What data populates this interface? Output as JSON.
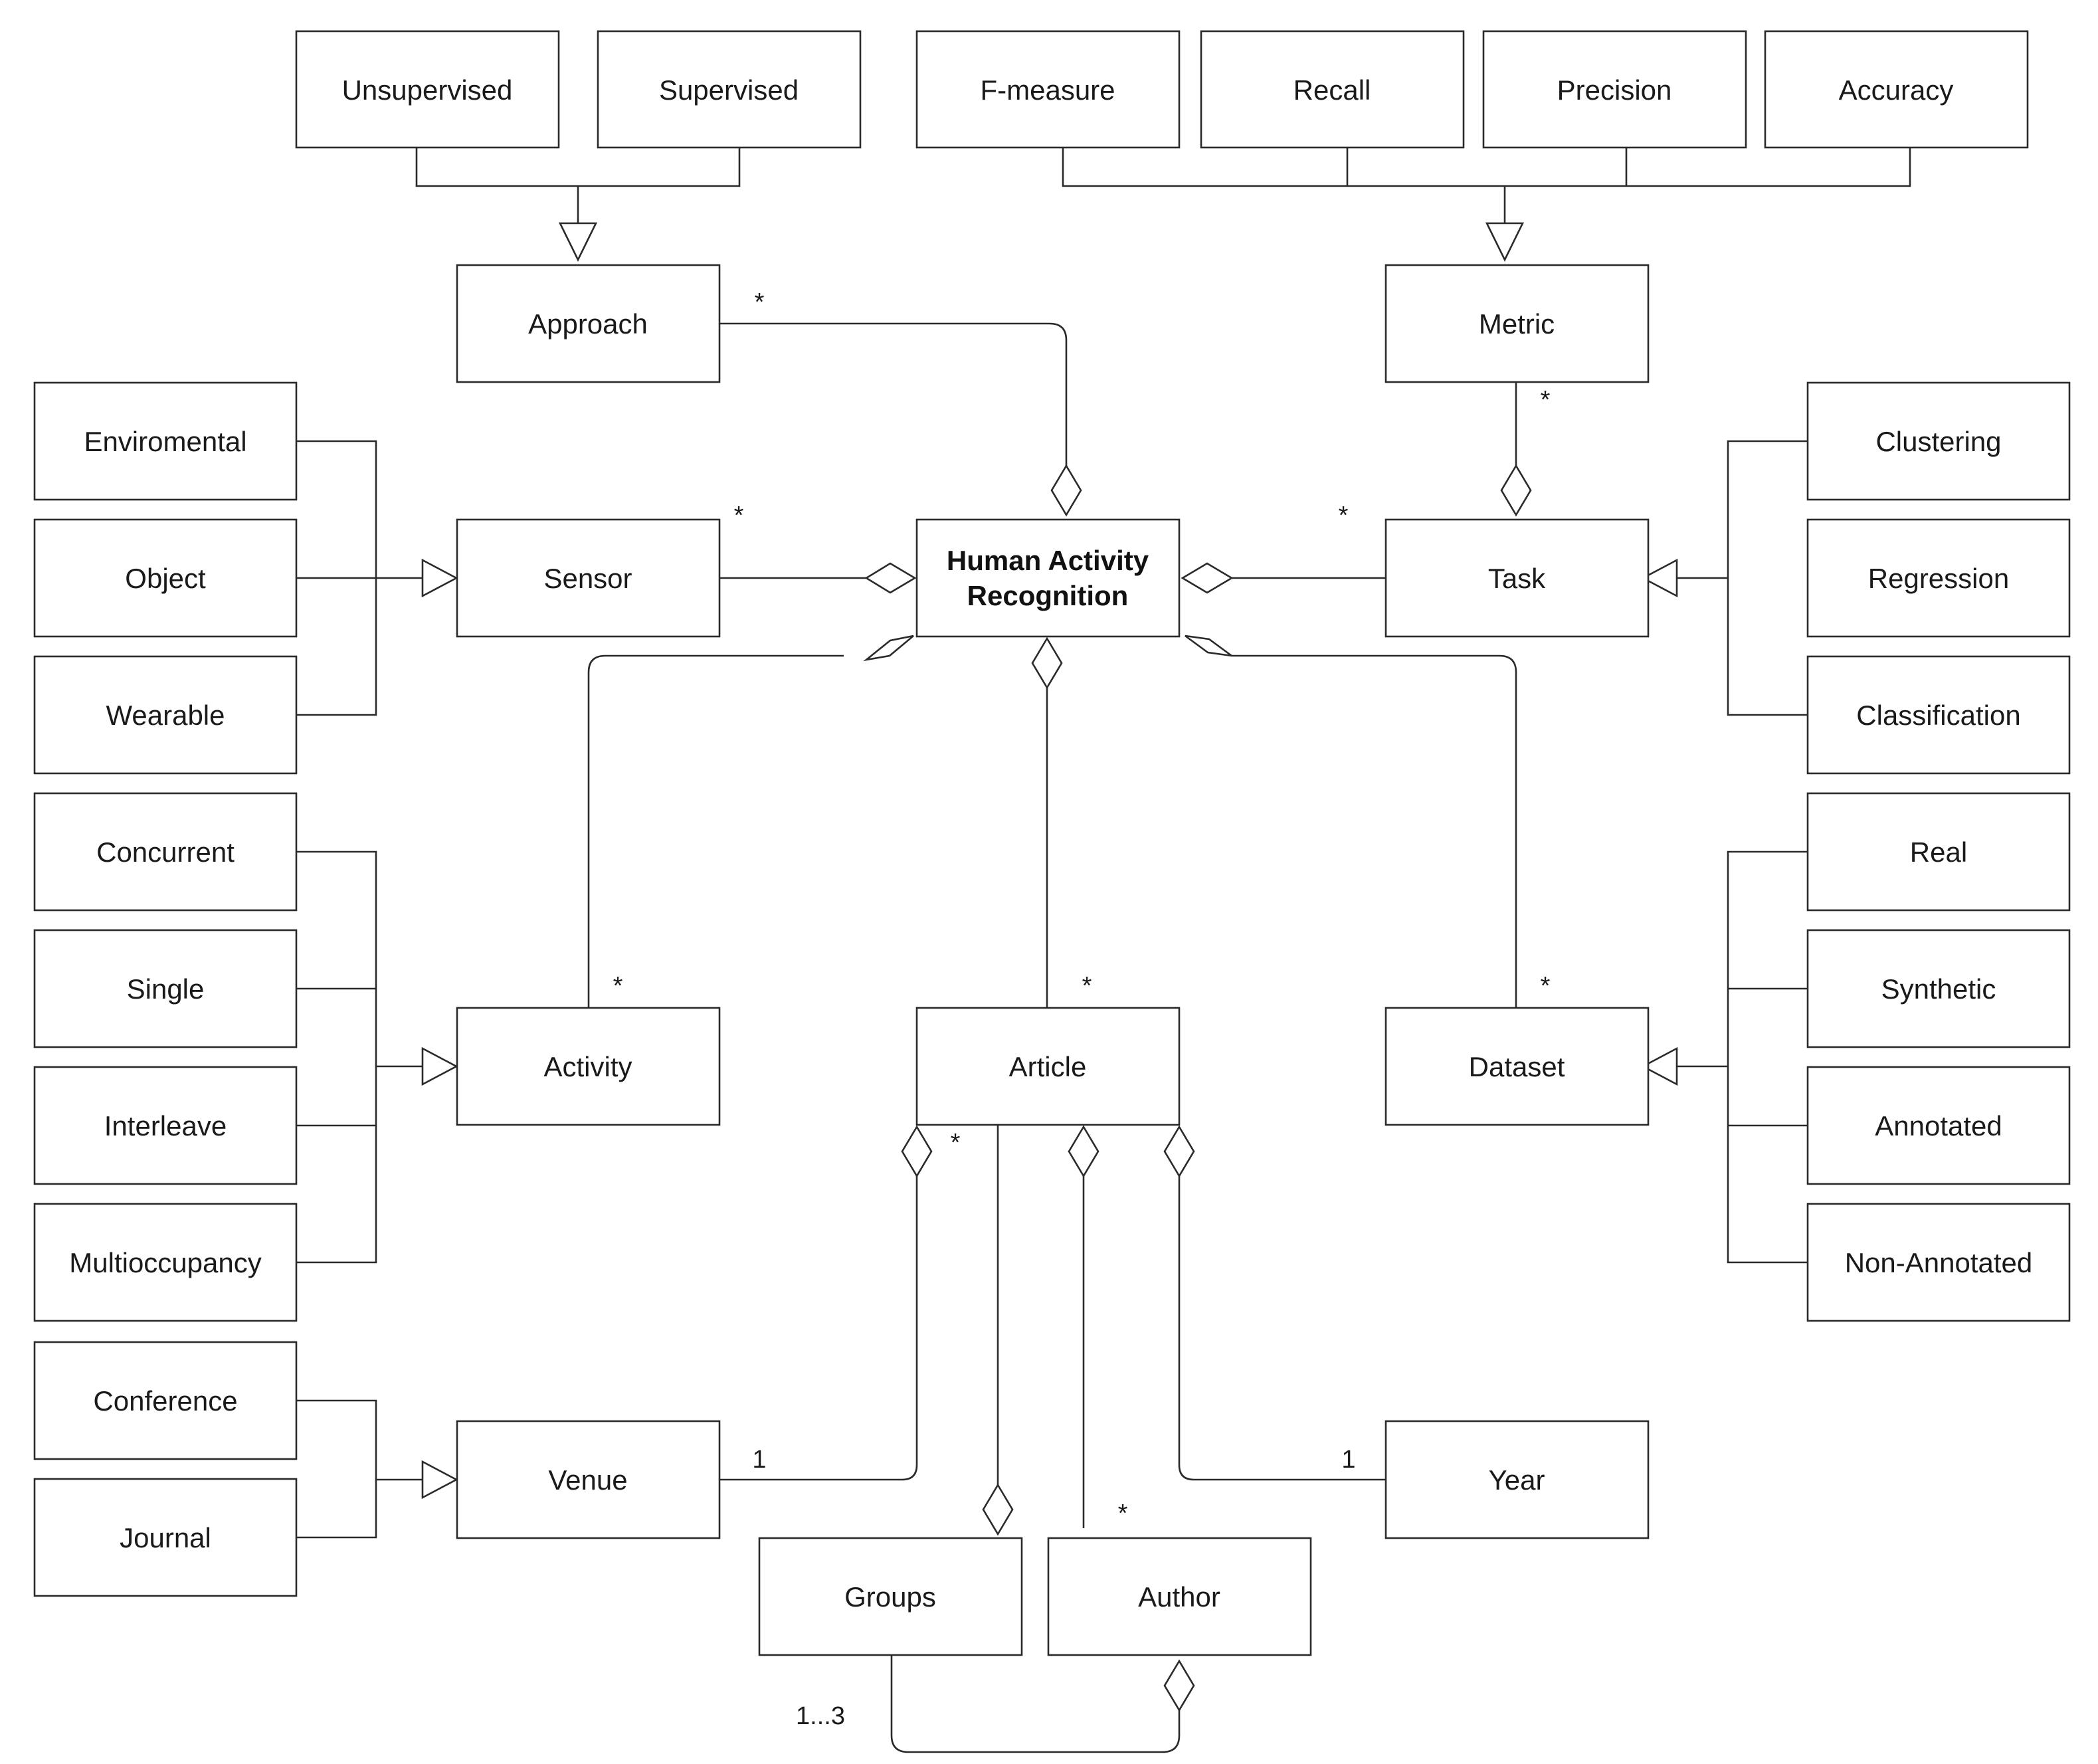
{
  "diagram": {
    "center": {
      "line1": "Human Activity",
      "line2": "Recognition"
    },
    "classes": {
      "approach": "Approach",
      "metric": "Metric",
      "sensor": "Sensor",
      "task": "Task",
      "activity": "Activity",
      "article": "Article",
      "dataset": "Dataset",
      "venue": "Venue",
      "year": "Year",
      "groups": "Groups",
      "author": "Author"
    },
    "approach_types": [
      "Unsupervised",
      "Supervised"
    ],
    "metric_types": [
      "F-measure",
      "Recall",
      "Precision",
      "Accuracy"
    ],
    "sensor_types": [
      "Enviromental",
      "Object",
      "Wearable"
    ],
    "task_types": [
      "Clustering",
      "Regression",
      "Classification"
    ],
    "activity_types": [
      "Concurrent",
      "Single",
      "Interleave",
      "Multioccupancy"
    ],
    "dataset_types": [
      "Real",
      "Synthetic",
      "Annotated",
      "Non-Annotated"
    ],
    "venue_types": [
      "Conference",
      "Journal"
    ],
    "multiplicities": {
      "approach": "*",
      "metric": "*",
      "sensor": "*",
      "task": "*",
      "activity": "*",
      "article": "*",
      "dataset": "*",
      "article_venue": "*",
      "venue": "1",
      "year": "1",
      "author": "*",
      "groups": "1...3"
    }
  }
}
